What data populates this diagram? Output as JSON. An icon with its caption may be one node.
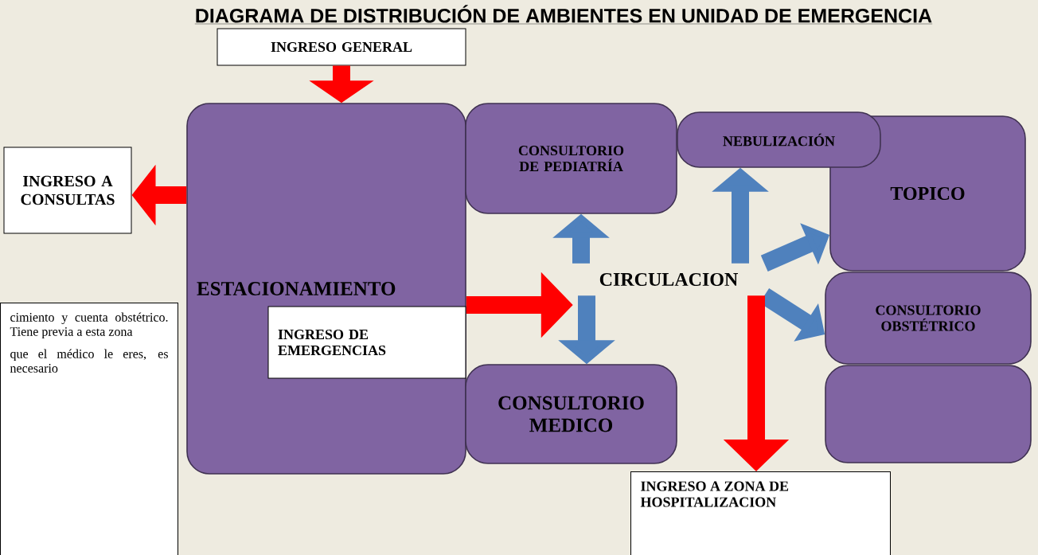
{
  "diagram": {
    "title": "DIAGRAMA DE DISTRIBUCIÓN DE AMBIENTES EN UNIDAD DE EMERGENCIA",
    "nodes": [
      {
        "text": [
          "INGRESO GENERAL"
        ]
      },
      {
        "text": [
          "ESTACIONAMIENTO"
        ]
      },
      {
        "text": [
          "INGRESO A CONSULTAS"
        ]
      },
      {
        "text": [
          "INGRESO DE EMERGENCIAS"
        ],
        "in": 1
      },
      {
        "text": [
          "CONSULTORIO DE PEDIATRÍA"
        ]
      },
      {
        "text": [
          "NEBULIZACIÓN"
        ]
      },
      {
        "text": [
          "TOPICO"
        ]
      },
      {
        "text": [
          "CIRCULACION"
        ]
      },
      {
        "text": [
          "CONSULTORIO OBSTÉTRICO"
        ]
      },
      {
        "text": [
          "CONSULTORIO MEDICO"
        ]
      },
      {
        "text": [],
        "shape": "box"
      },
      {
        "text": [
          "INGRESO A ZONA DE HOSPITALIZACION"
        ]
      },
      {
        "text": [
          "cimiento y cuenta obstétrico. Tiene previa a esta zona",
          "que el médico le eres, es necesario"
        ]
      }
    ],
    "edges": [
      {
        "from": 0,
        "to": 1,
        "arrow": "to",
        "color": "#ff0000"
      },
      {
        "from": 1,
        "to": 2,
        "arrow": "to",
        "color": "#ff0000"
      },
      {
        "from": 1,
        "to": 7,
        "arrow": "to",
        "color": "#ff0000"
      },
      {
        "from": 7,
        "to": 9,
        "arrow": "to"
      },
      {
        "from": 7,
        "to": 4,
        "arrow": "to"
      },
      {
        "from": 7,
        "to": 5,
        "arrow": "to"
      },
      {
        "from": 7,
        "to": 6,
        "arrow": "to"
      },
      {
        "from": 7,
        "to": 8,
        "arrow": "to"
      },
      {
        "from": 7,
        "to": 11,
        "arrow": "to",
        "color": "#ff0000"
      }
    ]
  }
}
